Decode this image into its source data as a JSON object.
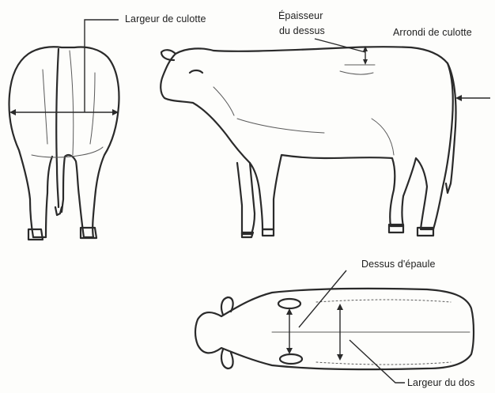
{
  "labels": {
    "rump_width": "Largeur de culotte",
    "top_thickness_line1": "Épaisseur",
    "top_thickness_line2": "du dessus",
    "rump_roundness": "Arrondi de culotte",
    "shoulder_top": "Dessus d'épaule",
    "back_width": "Largeur du dos"
  },
  "colors": {
    "ink": "#2a2a2a",
    "background": "#fdfdfb"
  }
}
